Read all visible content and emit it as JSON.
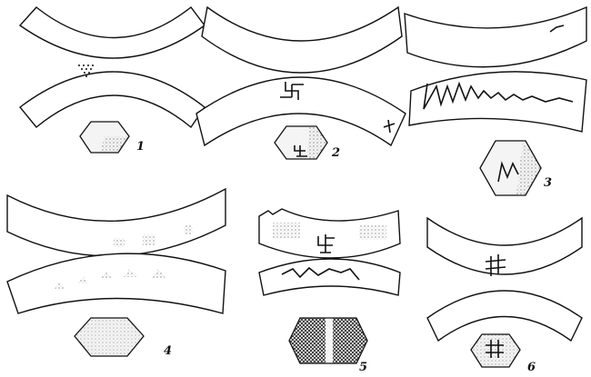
{
  "figures": [
    {
      "label": "1"
    },
    {
      "label": "2"
    },
    {
      "label": "3"
    },
    {
      "label": "4"
    },
    {
      "label": "5"
    },
    {
      "label": "6"
    }
  ],
  "colors": {
    "ink": "#111111",
    "paper": "#ffffff"
  }
}
